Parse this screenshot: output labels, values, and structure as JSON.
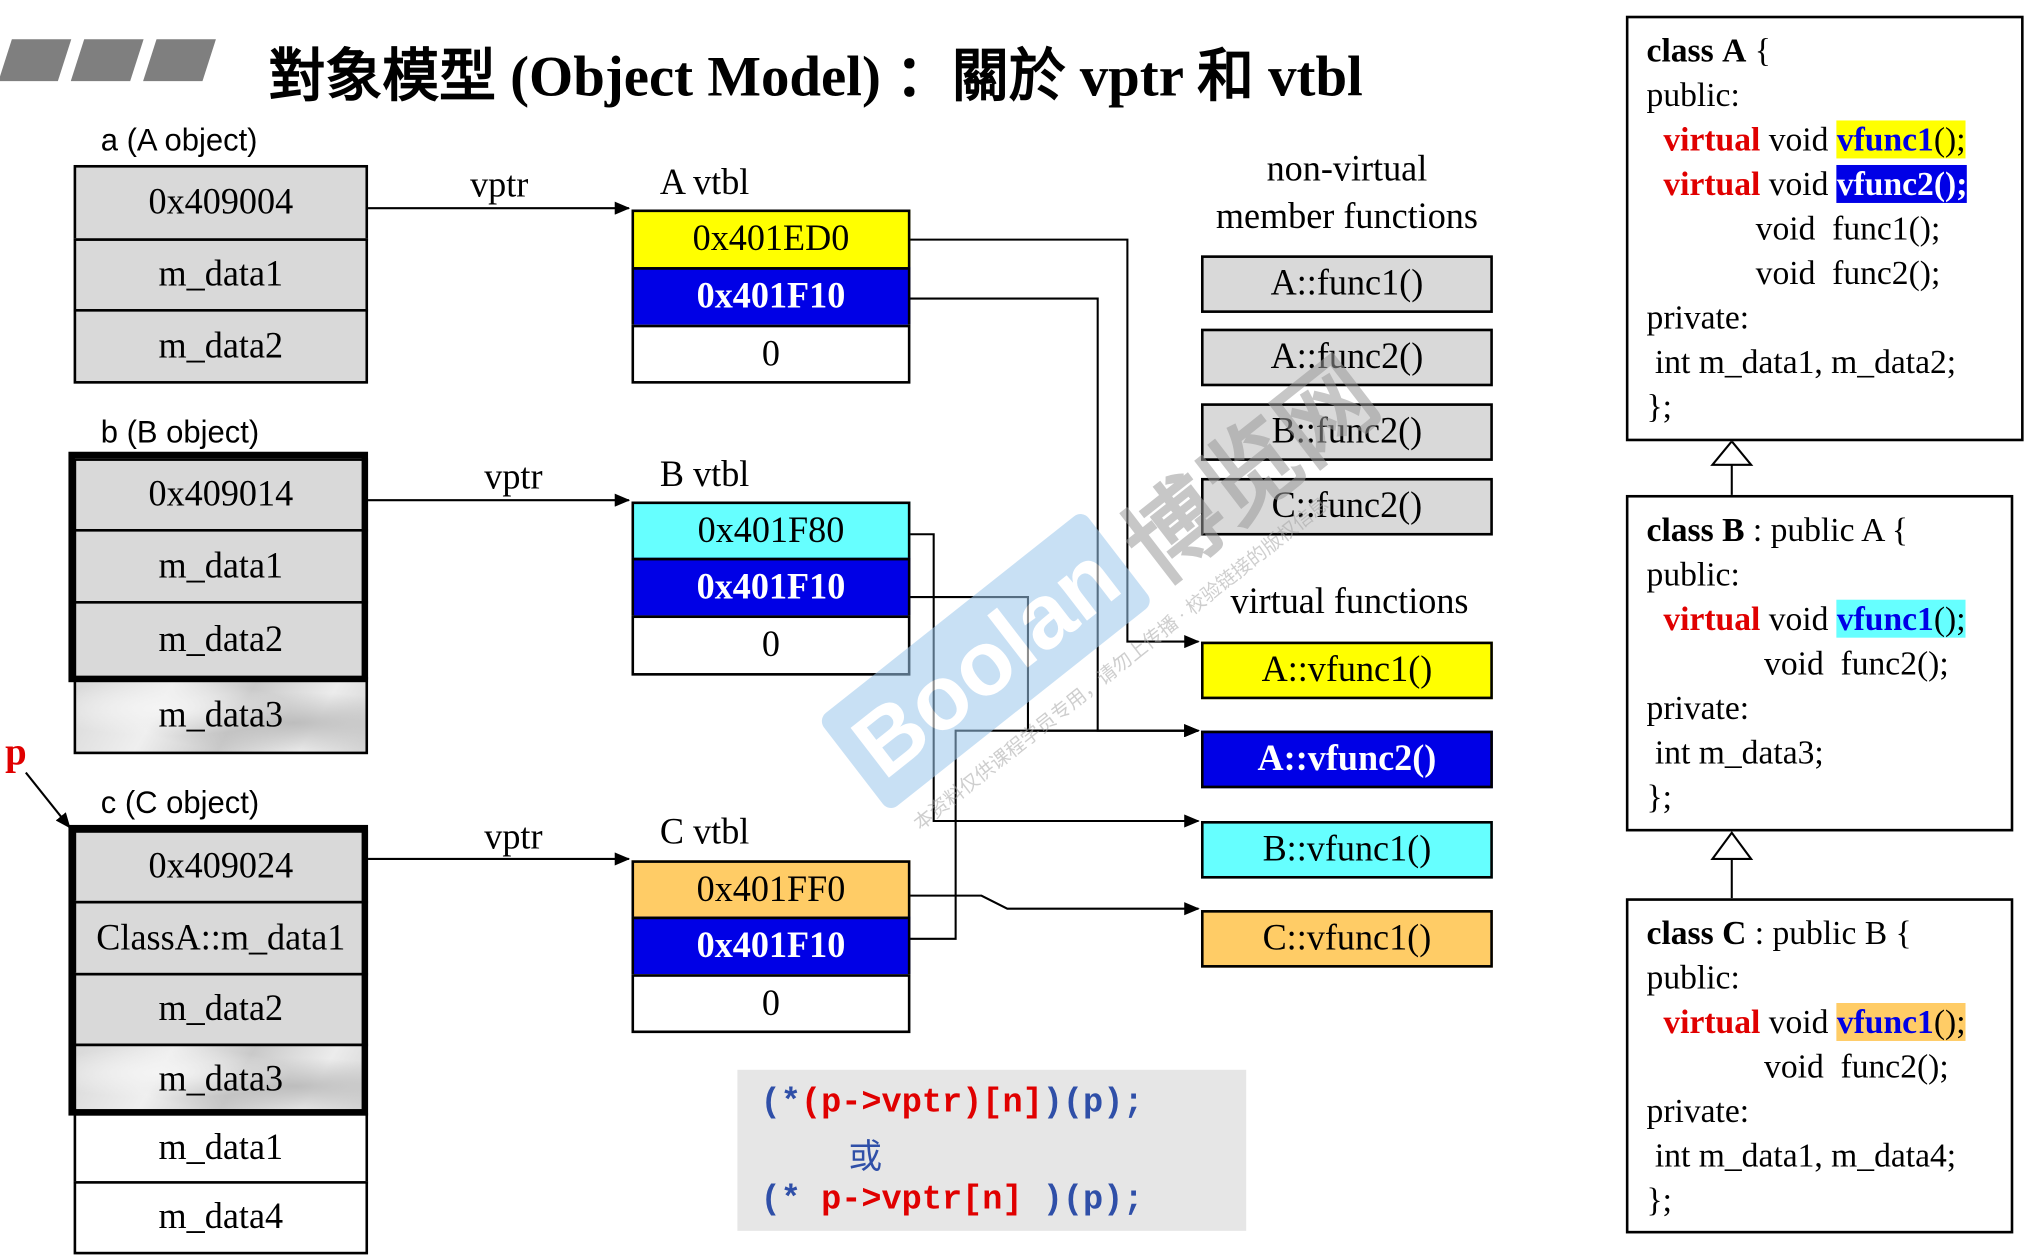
{
  "title": "對象模型 (Object Model) ：關於 vptr 和 vtbl",
  "colors": {
    "yellow": "#ffff00",
    "blue": "#0000e6",
    "cyan": "#66ffff",
    "orange": "#ffcc66",
    "gray": "#d9d9d9",
    "red": "#e00000",
    "code_blue": "#2f4fa8"
  },
  "objects": {
    "a": {
      "label": "a (A object)",
      "cells": [
        "0x409004",
        "m_data1",
        "m_data2"
      ]
    },
    "b": {
      "label": "b (B object)",
      "cells": [
        "0x409014",
        "m_data1",
        "m_data2",
        "m_data3"
      ]
    },
    "c": {
      "label": "c (C object)",
      "cells": [
        "0x409024",
        "ClassA::m_data1",
        "m_data2",
        "m_data3",
        "m_data1",
        "m_data4"
      ]
    }
  },
  "pointer_label": "p",
  "vptr_label": "vptr",
  "vtbls": {
    "a": {
      "label": "A vtbl",
      "entries": [
        "0x401ED0",
        "0x401F10",
        "0"
      ]
    },
    "b": {
      "label": "B vtbl",
      "entries": [
        "0x401F80",
        "0x401F10",
        "0"
      ]
    },
    "c": {
      "label": "C vtbl",
      "entries": [
        "0x401FF0",
        "0x401F10",
        "0"
      ]
    }
  },
  "nonvirtual": {
    "caption_line1": "non-virtual",
    "caption_line2": "member functions",
    "items": [
      "A::func1()",
      "A::func2()",
      "B::func2()",
      "C::func2()"
    ]
  },
  "virtual": {
    "caption": "virtual functions",
    "items": [
      "A::vfunc1()",
      "A::vfunc2()",
      "B::vfunc1()",
      "C::vfunc1()"
    ]
  },
  "code": {
    "line1": "(*(p->vptr)[n])(p);",
    "line2": "或",
    "line3": "(* p->vptr[n] )(p);"
  },
  "class_a": {
    "l1_kw": "class",
    "l1_name": "A",
    "l1_rest": " {",
    "l2": "public:",
    "l3_virtual": "virtual",
    "l3_void": " void ",
    "l3_func": "vfunc1",
    "l3_end": "();",
    "l4_virtual": "virtual",
    "l4_void": " void ",
    "l4_func": "vfunc2",
    "l4_end": "();",
    "l5": "             void  func1();",
    "l6": "             void  func2();",
    "l7": "private:",
    "l8": " int m_data1, m_data2;",
    "l9": "};"
  },
  "class_b": {
    "l1_kw": "class",
    "l1_name": "B",
    "l1_rest": " : public A {",
    "l2": "public:",
    "l3_virtual": "virtual",
    "l3_void": " void ",
    "l3_func": "vfunc1",
    "l3_end": "();",
    "l4": "              void  func2();",
    "l5": "private:",
    "l6": " int m_data3;",
    "l7": "};"
  },
  "class_c": {
    "l1_kw": "class",
    "l1_name": "C",
    "l1_rest": " : public B {",
    "l2": "public:",
    "l3_virtual": "virtual",
    "l3_void": " void ",
    "l3_func": "vfunc1",
    "l3_end": "();",
    "l4": "              void  func2();",
    "l5": "private:",
    "l6": " int m_data1, m_data4;",
    "l7": "};"
  },
  "watermark": {
    "brand": "Boolan",
    "cn": "博览网",
    "small": "本资料仅供课程学员专用，请勿上传播 · 校验链接的版权信息"
  }
}
